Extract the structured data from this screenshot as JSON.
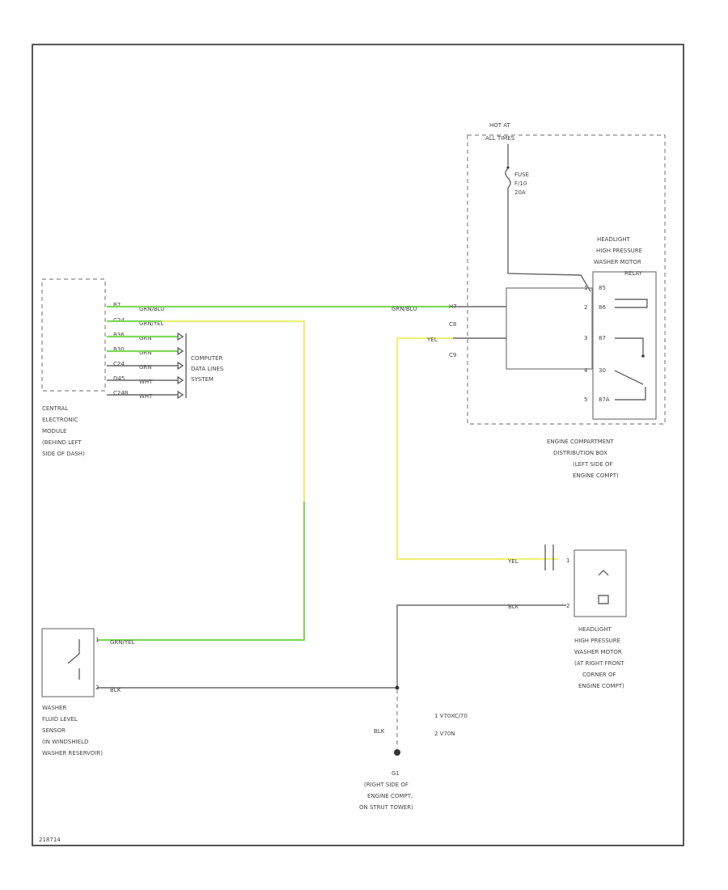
{
  "labels": {
    "hot_at": "HOT AT",
    "all_times": "ALL TIMES",
    "fuse": "FUSE",
    "fuse_no": "F/10",
    "fuse_amp": "20A",
    "relay1": "HEADLIGHT",
    "relay2": "HIGH PRESSURE",
    "relay3": "WASHER MOTOR",
    "relay4": "RELAY",
    "eng_box1": "ENGINE COMPARTMENT",
    "eng_box2": "DISTRIBUTION BOX",
    "eng_box3": "(LEFT SIDE OF",
    "eng_box4": "ENGINE COMPT)",
    "cem1": "CENTRAL",
    "cem2": "ELECTRONIC",
    "cem3": "MODULE",
    "cem4": "(BEHIND LEFT",
    "cem5": "SIDE OF DASH)",
    "cds1": "COMPUTER",
    "cds2": "DATA LINES",
    "cds3": "SYSTEM",
    "motor1": "HEADLIGHT",
    "motor2": "HIGH PRESSURE",
    "motor3": "WASHER MOTOR",
    "motor4": "(AT RIGHT FRONT",
    "motor5": "CORNER OF",
    "motor6": "ENGINE COMPT)",
    "sensor1": "WASHER",
    "sensor2": "FLUID LEVEL",
    "sensor3": "SENSOR",
    "sensor4": "(IN WINDSHIELD",
    "sensor5": "WASHER RESERVOIR)",
    "ground1": "G1",
    "ground2": "(RIGHT SIDE OF",
    "ground3": "ENGINE COMPT,",
    "ground4": "ON STRUT TOWER)",
    "note1": "1  V70XC/70",
    "note2": "2  V70N",
    "footer": "218714"
  },
  "wires": {
    "cem_pin1": "B7",
    "cem_pin1_color": "GRN/BLU",
    "cem_pin2": "C24",
    "cem_pin2_color": "GRN/YEL",
    "cem_pin3": "B36",
    "cem_pin3_color": "GRN",
    "cem_pin4": "B30",
    "cem_pin4_color": "GRN",
    "cem_pin5": "C24",
    "cem_pin5_color": "GRN",
    "cem_pin6": "D45",
    "cem_pin6_color": "WHT",
    "cem_pin7": "C24B",
    "cem_pin7_color": "WHT",
    "dist_in_color": "GRN/BLU",
    "dist_pin_a": "H7",
    "dist_pin_b": "C8",
    "dist_yel_color": "YEL",
    "dist_pin_c": "C9",
    "relay_p85": "85",
    "relay_p86": "86",
    "relay_p87": "87",
    "relay_p30": "30",
    "relay_p87a": "87A",
    "relay_n1": "1",
    "relay_n2": "2",
    "relay_n3": "3",
    "relay_n4": "4",
    "relay_n5": "5",
    "motor_yel": "YEL",
    "motor_blk": "BLK",
    "motor_p1": "1",
    "motor_p2": "2",
    "sensor_color": "GRN/YEL",
    "sensor_blk": "BLK",
    "sensor_p1": "1",
    "sensor_p2": "2",
    "ground_blk": "BLK"
  },
  "colors": {
    "green_wire": "#7ed957",
    "yellow_wire": "#eef07a",
    "line": "#666666"
  }
}
